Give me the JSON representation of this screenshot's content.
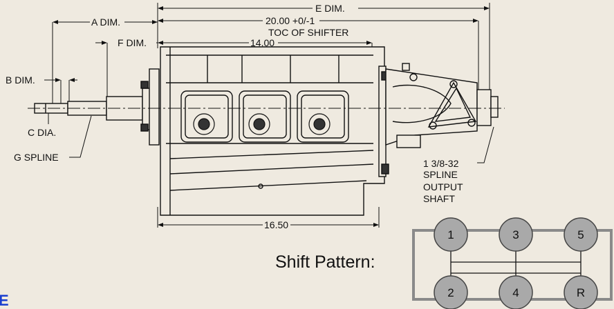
{
  "dimensions": {
    "e_dim": "E DIM.",
    "e_value": "20.00 +0/-1",
    "toc_shifter": "TOC OF SHIFTER",
    "a_dim": "A DIM.",
    "f_dim": "F DIM.",
    "f_value": "14.00",
    "b_dim": "B DIM.",
    "c_dia": "C DIA.",
    "g_spline": "G SPLINE",
    "bottom_value": "16.50"
  },
  "output_shaft_note": [
    "1 3/8-32",
    "SPLINE",
    "OUTPUT",
    "SHAFT"
  ],
  "shift_pattern": {
    "title": "Shift Pattern:",
    "top_gears": [
      "1",
      "3",
      "5"
    ],
    "bottom_gears": [
      "2",
      "4",
      "R"
    ]
  },
  "corner_glyph": "E",
  "colors": {
    "background": "#efeae0",
    "line": "#111111",
    "knob": "#a9a9a9",
    "frame": "#8a8a8a",
    "corner_glyph": "#1a3fd0"
  }
}
